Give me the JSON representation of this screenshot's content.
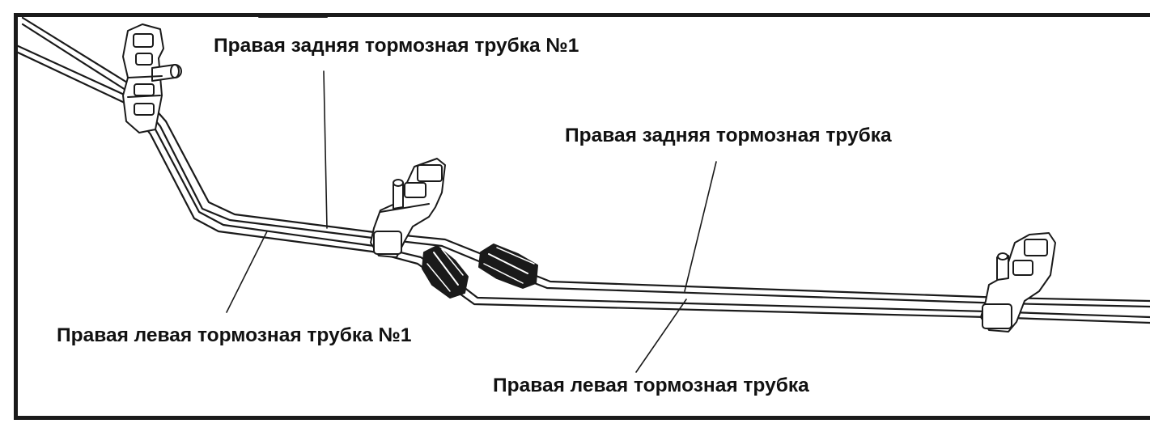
{
  "labels": {
    "right_rear_pipe_no1": "Правая задняя тормозная трубка №1",
    "right_rear_pipe": "Правая задняя тормозная трубка",
    "right_left_pipe_no1": "Правая левая тормозная трубка №1",
    "right_left_pipe": "Правая левая тормозная трубка"
  },
  "colors": {
    "line": "#1a1a1a",
    "fill": "#ffffff"
  }
}
